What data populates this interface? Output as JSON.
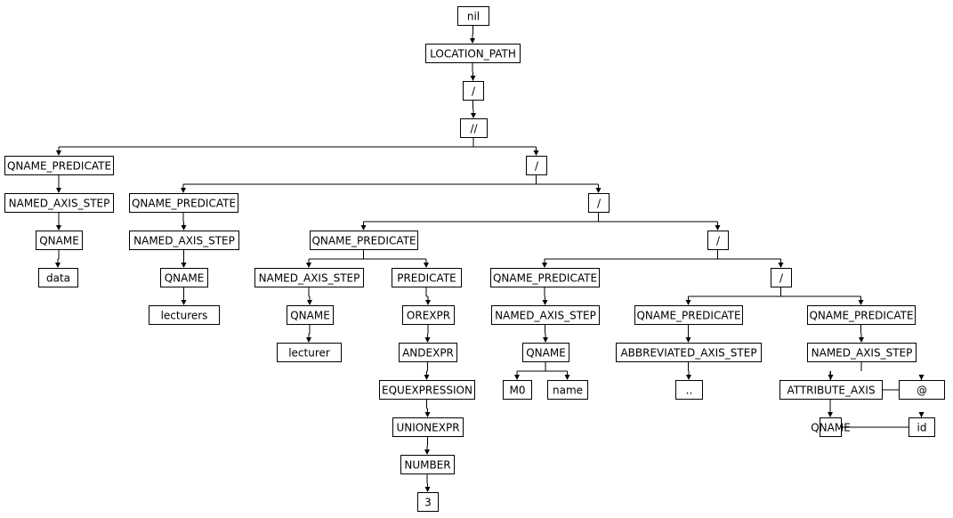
{
  "tree": {
    "label": "nil",
    "children": [
      {
        "label": "LOCATION_PATH",
        "children": [
          {
            "label": "/",
            "children": [
              {
                "label": "//",
                "children": [
                  {
                    "label": "QNAME_PREDICATE",
                    "children": [
                      {
                        "label": "NAMED_AXIS_STEP",
                        "children": [
                          {
                            "label": "QNAME",
                            "children": [
                              {
                                "label": "data"
                              }
                            ]
                          }
                        ]
                      }
                    ]
                  },
                  {
                    "label": "/",
                    "children": [
                      {
                        "label": "QNAME_PREDICATE",
                        "children": [
                          {
                            "label": "NAMED_AXIS_STEP",
                            "children": [
                              {
                                "label": "QNAME",
                                "children": [
                                  {
                                    "label": "lecturers"
                                  }
                                ]
                              }
                            ]
                          }
                        ]
                      },
                      {
                        "label": "/",
                        "children": [
                          {
                            "label": "QNAME_PREDICATE",
                            "children": [
                              {
                                "label": "NAMED_AXIS_STEP",
                                "children": [
                                  {
                                    "label": "QNAME",
                                    "children": [
                                      {
                                        "label": "lecturer"
                                      }
                                    ]
                                  }
                                ]
                              },
                              {
                                "label": "PREDICATE",
                                "children": [
                                  {
                                    "label": "OREXPR",
                                    "children": [
                                      {
                                        "label": "ANDEXPR",
                                        "children": [
                                          {
                                            "label": "EQUEXPRESSION",
                                            "children": [
                                              {
                                                "label": "UNIONEXPR",
                                                "children": [
                                                  {
                                                    "label": "NUMBER",
                                                    "children": [
                                                      {
                                                        "label": "3"
                                                      }
                                                    ]
                                                  }
                                                ]
                                              }
                                            ]
                                          }
                                        ]
                                      }
                                    ]
                                  }
                                ]
                              }
                            ]
                          },
                          {
                            "label": "/",
                            "children": [
                              {
                                "label": "QNAME_PREDICATE",
                                "children": [
                                  {
                                    "label": "NAMED_AXIS_STEP",
                                    "children": [
                                      {
                                        "label": "QNAME",
                                        "children": [
                                          {
                                            "label": "M0"
                                          },
                                          {
                                            "label": "name"
                                          }
                                        ]
                                      }
                                    ]
                                  }
                                ]
                              },
                              {
                                "label": "/",
                                "children": [
                                  {
                                    "label": "QNAME_PREDICATE",
                                    "children": [
                                      {
                                        "label": "ABBREVIATED_AXIS_STEP",
                                        "children": [
                                          {
                                            "label": ".."
                                          }
                                        ]
                                      }
                                    ]
                                  },
                                  {
                                    "label": "QNAME_PREDICATE",
                                    "children": [
                                      {
                                        "label": "NAMED_AXIS_STEP",
                                        "children": [
                                          {
                                            "label": "ATTRIBUTE_AXIS",
                                            "children": [
                                              {
                                                "label": "@"
                                              }
                                            ]
                                          },
                                          {
                                            "label": "QNAME",
                                            "children": [
                                              {
                                                "label": "id"
                                              }
                                            ]
                                          }
                                        ]
                                      }
                                    ]
                                  }
                                ]
                              }
                            ]
                          }
                        ]
                      }
                    ]
                  }
                ]
              }
            ]
          }
        ]
      }
    ]
  }
}
